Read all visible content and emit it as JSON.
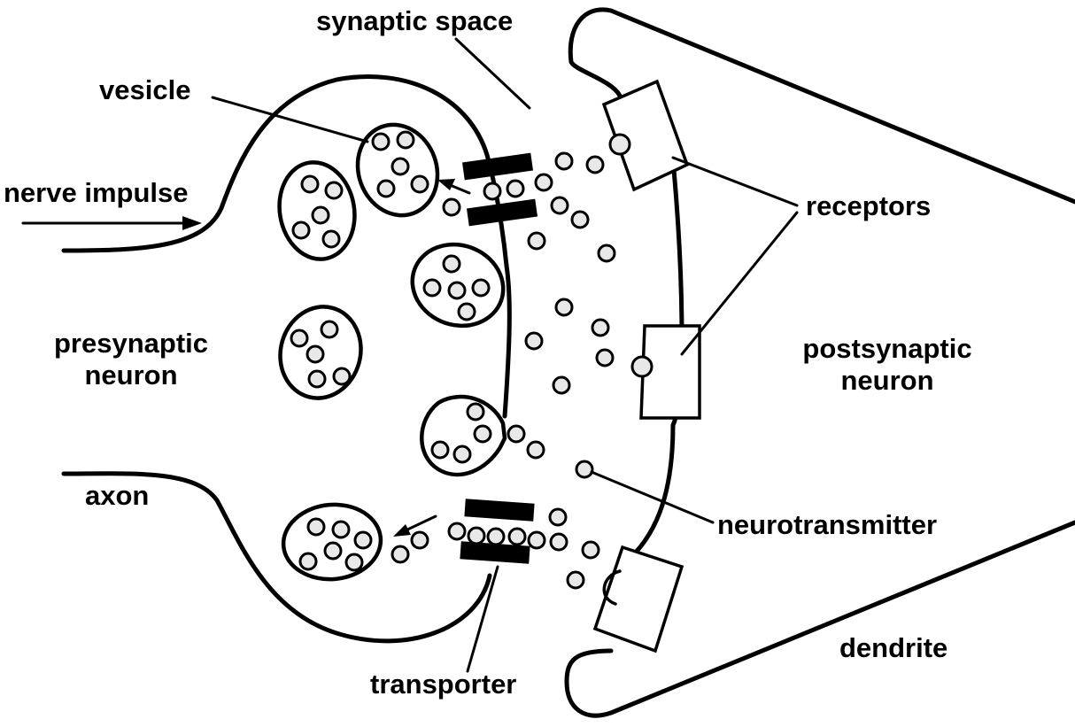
{
  "labels": {
    "synaptic_space": "synaptic space",
    "vesicle": "vesicle",
    "nerve_impulse": "nerve impulse",
    "receptors": "receptors",
    "presynaptic_line1": "presynaptic",
    "presynaptic_line2": "neuron",
    "postsynaptic_line1": "postsynaptic",
    "postsynaptic_line2": "neuron",
    "axon": "axon",
    "neurotransmitter": "neurotransmitter",
    "dendrite": "dendrite",
    "transporter": "transporter"
  },
  "colors": {
    "line": "#000000",
    "background": "#ffffff",
    "neurotransmitter_fill": "#e8e8e8"
  }
}
